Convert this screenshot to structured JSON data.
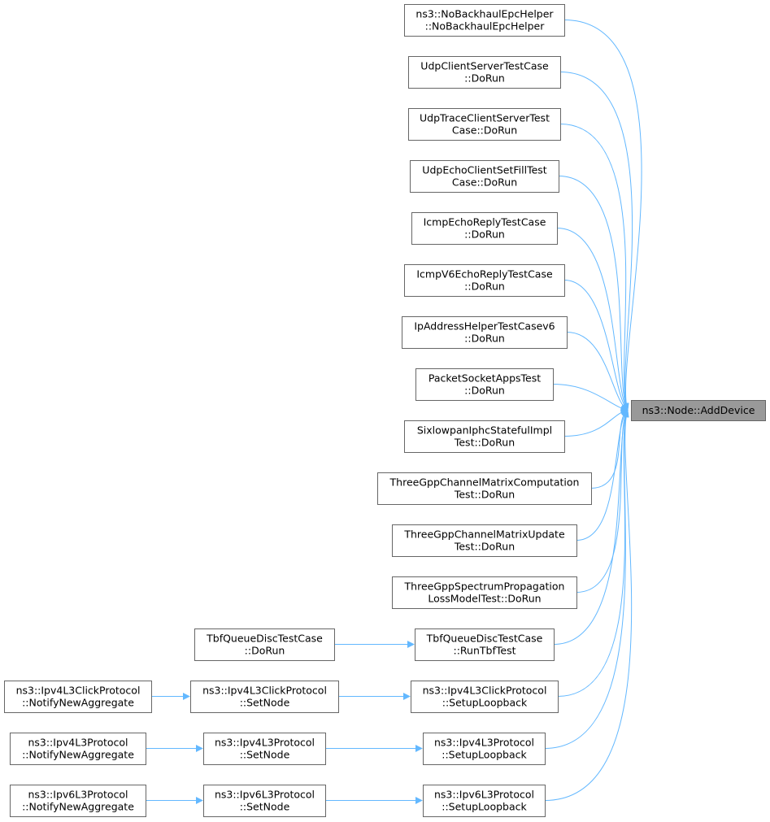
{
  "colors": {
    "edge": "#63b8ff",
    "node_border": "#666666",
    "node_fill": "#ffffff",
    "target_fill": "#999999",
    "target_border": "#666666",
    "text": "#000000"
  },
  "target": {
    "id": "target",
    "lines": [
      "ns3::Node::AddDevice"
    ]
  },
  "nodes": [
    {
      "id": "n1",
      "lines": [
        "ns3::NoBackhaulEpcHelper",
        "::NoBackhaulEpcHelper"
      ]
    },
    {
      "id": "n2",
      "lines": [
        "UdpClientServerTestCase",
        "::DoRun"
      ]
    },
    {
      "id": "n3",
      "lines": [
        "UdpTraceClientServerTest",
        "Case::DoRun"
      ]
    },
    {
      "id": "n4",
      "lines": [
        "UdpEchoClientSetFillTest",
        "Case::DoRun"
      ]
    },
    {
      "id": "n5",
      "lines": [
        "IcmpEchoReplyTestCase",
        "::DoRun"
      ]
    },
    {
      "id": "n6",
      "lines": [
        "IcmpV6EchoReplyTestCase",
        "::DoRun"
      ]
    },
    {
      "id": "n7",
      "lines": [
        "IpAddressHelperTestCasev6",
        "::DoRun"
      ]
    },
    {
      "id": "n8",
      "lines": [
        "PacketSocketAppsTest",
        "::DoRun"
      ]
    },
    {
      "id": "n9",
      "lines": [
        "SixlowpanIphcStatefulImpl",
        "Test::DoRun"
      ]
    },
    {
      "id": "n10",
      "lines": [
        "ThreeGppChannelMatrixComputation",
        "Test::DoRun"
      ]
    },
    {
      "id": "n11",
      "lines": [
        "ThreeGppChannelMatrixUpdate",
        "Test::DoRun"
      ]
    },
    {
      "id": "n12",
      "lines": [
        "ThreeGppSpectrumPropagation",
        "LossModelTest::DoRun"
      ]
    },
    {
      "id": "n13",
      "lines": [
        "TbfQueueDiscTestCase",
        "::RunTbfTest"
      ]
    },
    {
      "id": "n14",
      "lines": [
        "TbfQueueDiscTestCase",
        "::DoRun"
      ]
    },
    {
      "id": "n15",
      "lines": [
        "ns3::Ipv4L3ClickProtocol",
        "::SetupLoopback"
      ]
    },
    {
      "id": "n16",
      "lines": [
        "ns3::Ipv4L3ClickProtocol",
        "::SetNode"
      ]
    },
    {
      "id": "n17",
      "lines": [
        "ns3::Ipv4L3ClickProtocol",
        "::NotifyNewAggregate"
      ]
    },
    {
      "id": "n18",
      "lines": [
        "ns3::Ipv4L3Protocol",
        "::SetupLoopback"
      ]
    },
    {
      "id": "n19",
      "lines": [
        "ns3::Ipv4L3Protocol",
        "::SetNode"
      ]
    },
    {
      "id": "n20",
      "lines": [
        "ns3::Ipv4L3Protocol",
        "::NotifyNewAggregate"
      ]
    },
    {
      "id": "n21",
      "lines": [
        "ns3::Ipv6L3Protocol",
        "::SetupLoopback"
      ]
    },
    {
      "id": "n22",
      "lines": [
        "ns3::Ipv6L3Protocol",
        "::SetNode"
      ]
    },
    {
      "id": "n23",
      "lines": [
        "ns3::Ipv6L3Protocol",
        "::NotifyNewAggregate"
      ]
    }
  ],
  "edges": [
    {
      "from": "n1",
      "to": "target"
    },
    {
      "from": "n2",
      "to": "target"
    },
    {
      "from": "n3",
      "to": "target"
    },
    {
      "from": "n4",
      "to": "target"
    },
    {
      "from": "n5",
      "to": "target"
    },
    {
      "from": "n6",
      "to": "target"
    },
    {
      "from": "n7",
      "to": "target"
    },
    {
      "from": "n8",
      "to": "target"
    },
    {
      "from": "n9",
      "to": "target"
    },
    {
      "from": "n10",
      "to": "target"
    },
    {
      "from": "n11",
      "to": "target"
    },
    {
      "from": "n12",
      "to": "target"
    },
    {
      "from": "n13",
      "to": "target"
    },
    {
      "from": "n15",
      "to": "target"
    },
    {
      "from": "n18",
      "to": "target"
    },
    {
      "from": "n21",
      "to": "target"
    },
    {
      "from": "n14",
      "to": "n13"
    },
    {
      "from": "n16",
      "to": "n15"
    },
    {
      "from": "n17",
      "to": "n16"
    },
    {
      "from": "n19",
      "to": "n18"
    },
    {
      "from": "n20",
      "to": "n19"
    },
    {
      "from": "n22",
      "to": "n21"
    },
    {
      "from": "n23",
      "to": "n22"
    }
  ]
}
